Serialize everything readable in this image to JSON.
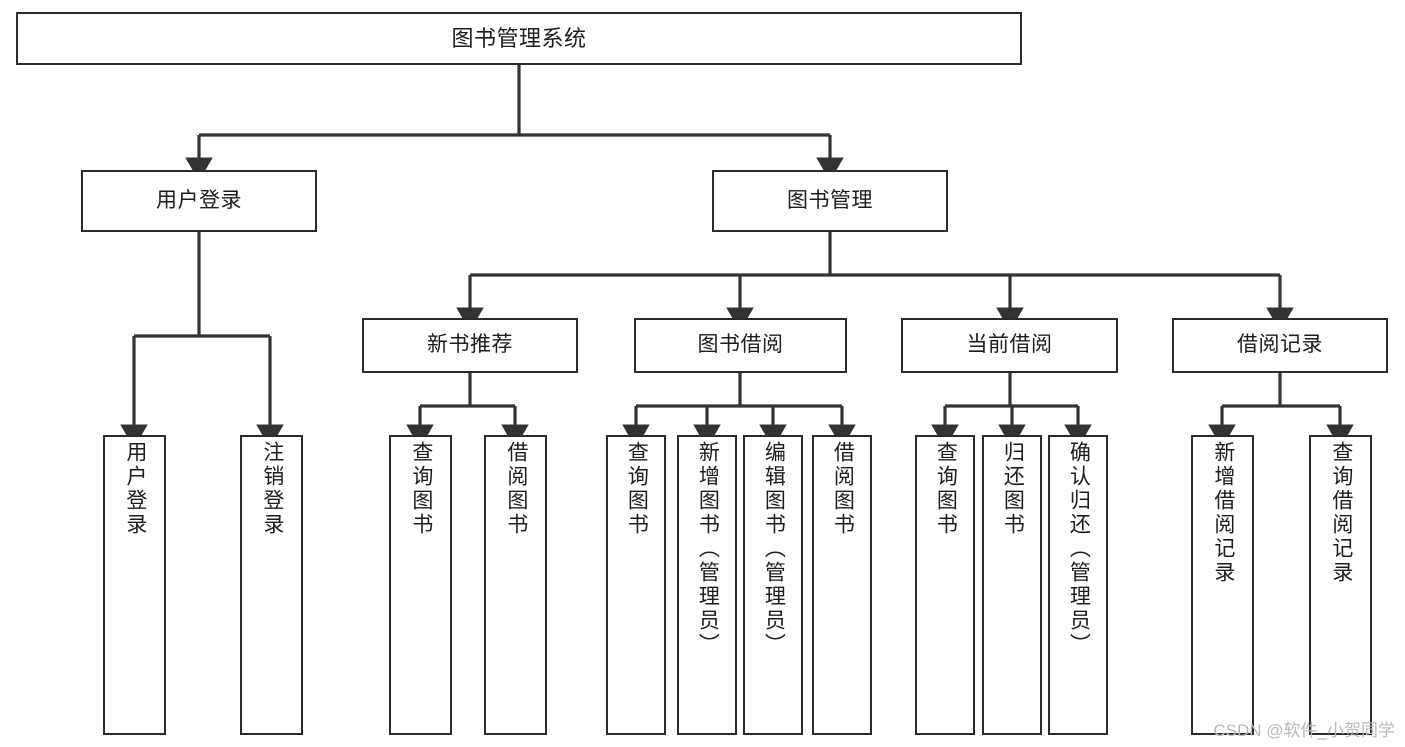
{
  "diagram": {
    "type": "tree",
    "title": "图书管理系统",
    "orientation": "top-down",
    "root": {
      "id": "root",
      "label": "图书管理系统",
      "text_direction": "horizontal"
    },
    "level2": [
      {
        "id": "user-login",
        "label": "用户登录",
        "text_direction": "horizontal"
      },
      {
        "id": "book-management",
        "label": "图书管理",
        "text_direction": "horizontal"
      }
    ],
    "level3": [
      {
        "id": "new-book-recommend",
        "label": "新书推荐",
        "text_direction": "horizontal",
        "parent": "book-management"
      },
      {
        "id": "book-borrow",
        "label": "图书借阅",
        "text_direction": "horizontal",
        "parent": "book-management"
      },
      {
        "id": "current-borrow",
        "label": "当前借阅",
        "text_direction": "horizontal",
        "parent": "book-management"
      },
      {
        "id": "borrow-record",
        "label": "借阅记录",
        "text_direction": "horizontal",
        "parent": "book-management"
      }
    ],
    "leaves": [
      {
        "id": "leaf-user-login",
        "label": "用户登录",
        "text_direction": "vertical",
        "parent": "user-login"
      },
      {
        "id": "leaf-logout",
        "label": "注销登录",
        "text_direction": "vertical",
        "parent": "user-login"
      },
      {
        "id": "leaf-query-book-1",
        "label": "查询图书",
        "text_direction": "vertical",
        "parent": "new-book-recommend"
      },
      {
        "id": "leaf-borrow-book-1",
        "label": "借阅图书",
        "text_direction": "vertical",
        "parent": "new-book-recommend"
      },
      {
        "id": "leaf-query-book-2",
        "label": "查询图书",
        "text_direction": "vertical",
        "parent": "book-borrow"
      },
      {
        "id": "leaf-add-book",
        "label": "新增图书（管理员）",
        "text_direction": "vertical",
        "parent": "book-borrow"
      },
      {
        "id": "leaf-edit-book",
        "label": "编辑图书（管理员）",
        "text_direction": "vertical",
        "parent": "book-borrow"
      },
      {
        "id": "leaf-borrow-book-2",
        "label": "借阅图书",
        "text_direction": "vertical",
        "parent": "book-borrow"
      },
      {
        "id": "leaf-query-book-3",
        "label": "查询图书",
        "text_direction": "vertical",
        "parent": "current-borrow"
      },
      {
        "id": "leaf-return-book",
        "label": "归还图书",
        "text_direction": "vertical",
        "parent": "current-borrow"
      },
      {
        "id": "leaf-confirm-return",
        "label": "确认归还（管理员）",
        "text_direction": "vertical",
        "parent": "current-borrow"
      },
      {
        "id": "leaf-add-record",
        "label": "新增借阅记录",
        "text_direction": "vertical",
        "parent": "borrow-record"
      },
      {
        "id": "leaf-query-record",
        "label": "查询借阅记录",
        "text_direction": "vertical",
        "parent": "borrow-record"
      }
    ]
  },
  "watermark": {
    "text": "CSDN @软件_小贺同学"
  },
  "colors": {
    "node_border": "#2b2b2b",
    "node_fill": "#ffffff",
    "edge": "#333333",
    "text": "#1d1d1d",
    "watermark": "#b9b9b9",
    "background": "#ffffff"
  }
}
